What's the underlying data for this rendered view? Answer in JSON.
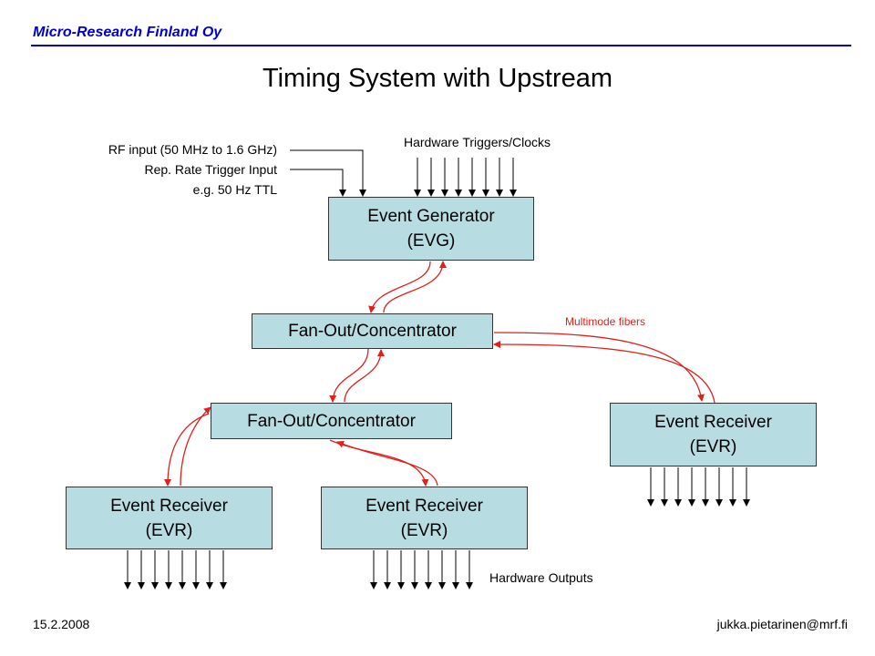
{
  "header": {
    "company": "Micro-Research Finland Oy",
    "title": "Timing System with Upstream"
  },
  "inputs": {
    "rf_input": "RF input (50 MHz to 1.6 GHz)",
    "rep_rate": "Rep. Rate Trigger Input",
    "rep_rate_example": "e.g. 50 Hz TTL",
    "hw_triggers": "Hardware Triggers/Clocks"
  },
  "boxes": {
    "evg": {
      "line1": "Event Generator",
      "line2": "(EVG)"
    },
    "fanout_top": {
      "line1": "Fan-Out/Concentrator"
    },
    "fanout_mid": {
      "line1": "Fan-Out/Concentrator"
    },
    "evr_right": {
      "line1": "Event Receiver",
      "line2": "(EVR)"
    },
    "evr_bottom_left": {
      "line1": "Event Receiver",
      "line2": "(EVR)"
    },
    "evr_bottom_mid": {
      "line1": "Event Receiver",
      "line2": "(EVR)"
    }
  },
  "annotations": {
    "fibers": "Multimode fibers",
    "hw_outputs": "Hardware Outputs"
  },
  "colors": {
    "box_fill": "#b7dde2",
    "fiber": "#e0201b",
    "header_blue": "#0000cc"
  },
  "footer": {
    "date": "15.2.2008",
    "email": "jukka.pietarinen@mrf.fi"
  }
}
